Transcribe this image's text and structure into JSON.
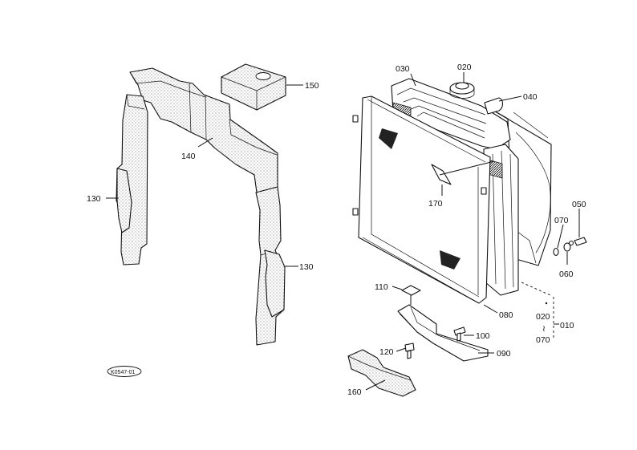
{
  "callouts": {
    "p150": "150",
    "p140": "140",
    "p130a": "130",
    "p130b": "130",
    "p030": "030",
    "p020": "020",
    "p040": "040",
    "p170": "170",
    "p050": "050",
    "p070": "070",
    "p060": "060",
    "p110": "110",
    "p080": "080",
    "p100": "100",
    "p090": "090",
    "p120": "120",
    "p160": "160",
    "p020b": "020",
    "p010": "010",
    "p070b": "070",
    "range_sym": "≀"
  },
  "reference_code": "K0547-01",
  "colors": {
    "line": "#111111",
    "background": "#ffffff"
  }
}
